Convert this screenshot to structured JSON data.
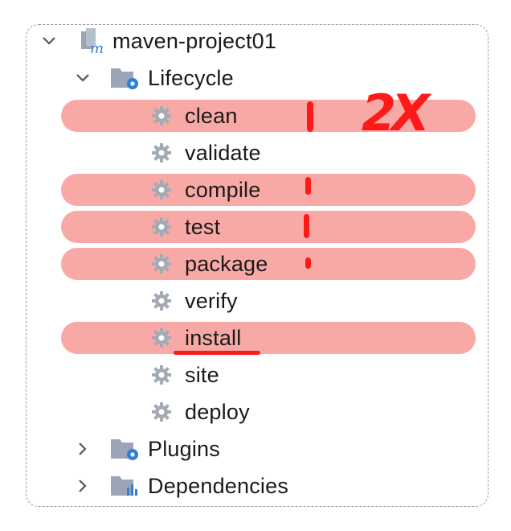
{
  "tree": {
    "project": {
      "label": "maven-project01",
      "icon": "maven-module-icon",
      "expanded": true
    },
    "lifecycle": {
      "label": "Lifecycle",
      "icon": "lifecycle-folder-icon",
      "expanded": true,
      "phases": [
        {
          "label": "clean",
          "highlighted": true
        },
        {
          "label": "validate",
          "highlighted": false
        },
        {
          "label": "compile",
          "highlighted": true
        },
        {
          "label": "test",
          "highlighted": true
        },
        {
          "label": "package",
          "highlighted": true
        },
        {
          "label": "verify",
          "highlighted": false
        },
        {
          "label": "install",
          "highlighted": true
        },
        {
          "label": "site",
          "highlighted": false
        },
        {
          "label": "deploy",
          "highlighted": false
        }
      ]
    },
    "plugins": {
      "label": "Plugins",
      "expanded": false
    },
    "dependencies": {
      "label": "Dependencies",
      "expanded": false
    }
  },
  "annotation": {
    "note": "2X",
    "color": "#ff1a1a",
    "highlight_color": "#f8a9a6"
  }
}
